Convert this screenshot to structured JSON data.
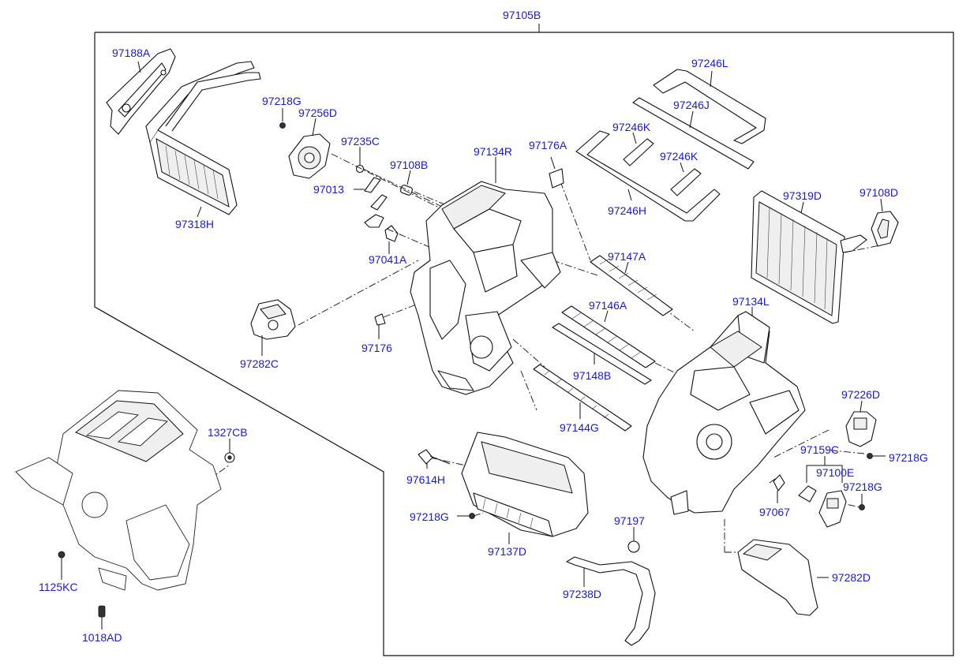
{
  "diagram": {
    "labels": {
      "p97105B": "97105B",
      "p97188A": "97188A",
      "p97318H": "97318H",
      "p97218G_a": "97218G",
      "p97256D": "97256D",
      "p97235C": "97235C",
      "p97013": "97013",
      "p97108B": "97108B",
      "p97041A": "97041A",
      "p97134R": "97134R",
      "p97176A": "97176A",
      "p97246L": "97246L",
      "p97246J": "97246J",
      "p97246K_a": "97246K",
      "p97246K_b": "97246K",
      "p97246H": "97246H",
      "p97319D": "97319D",
      "p97108D": "97108D",
      "p97147A": "97147A",
      "p97146A": "97146A",
      "p97148B": "97148B",
      "p97144G": "97144G",
      "p97134L": "97134L",
      "p97282C": "97282C",
      "p97176": "97176",
      "p97226D": "97226D",
      "p97159C": "97159C",
      "p97218G_b": "97218G",
      "p97100E": "97100E",
      "p97218G_c": "97218G",
      "p97067": "97067",
      "p97614H": "97614H",
      "p97218G_d": "97218G",
      "p97137D": "97137D",
      "p97197": "97197",
      "p97238D": "97238D",
      "p97282D": "97282D",
      "p1327CB": "1327CB",
      "p1125KC": "1125KC",
      "p1018AD": "1018AD"
    }
  }
}
